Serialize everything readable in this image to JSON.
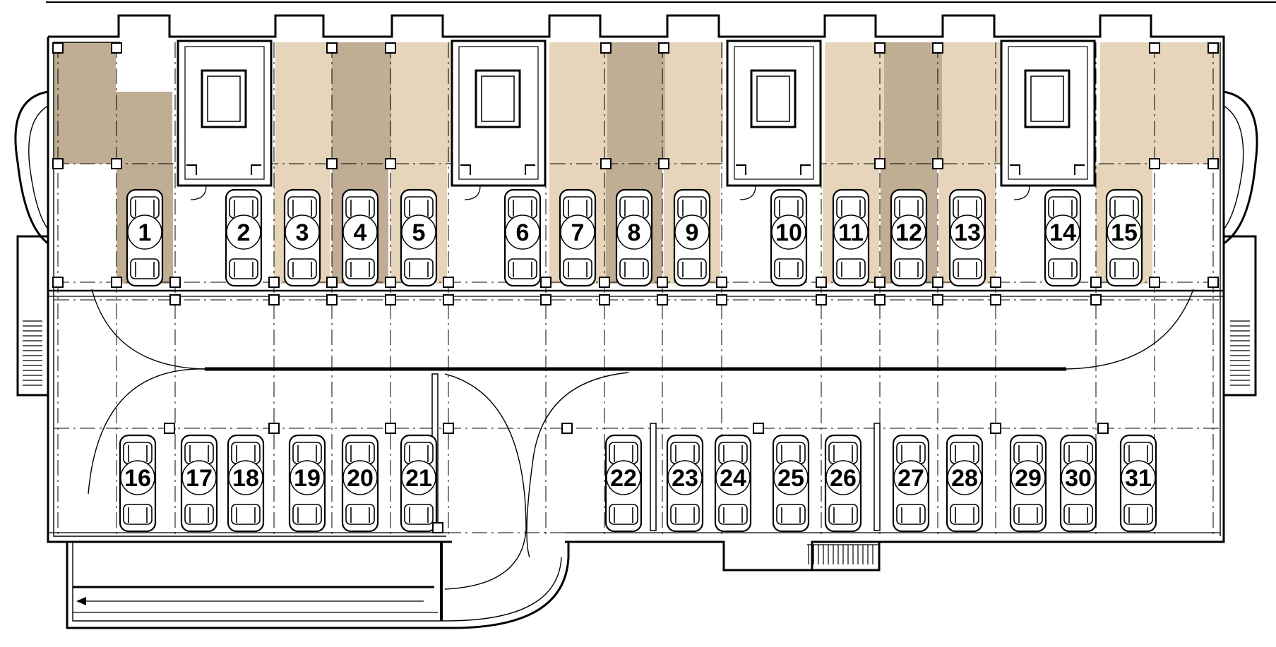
{
  "plan": {
    "colors": {
      "light_fill": "#e6d5ba",
      "dark_fill": "#bfae94",
      "line": "#000000",
      "background": "#ffffff"
    },
    "top_spaces": [
      {
        "label": "1",
        "shade": "dark"
      },
      {
        "label": "2",
        "shade": "none"
      },
      {
        "label": "3",
        "shade": "light"
      },
      {
        "label": "4",
        "shade": "dark"
      },
      {
        "label": "5",
        "shade": "light"
      },
      {
        "label": "6",
        "shade": "none"
      },
      {
        "label": "7",
        "shade": "light"
      },
      {
        "label": "8",
        "shade": "dark"
      },
      {
        "label": "9",
        "shade": "light"
      },
      {
        "label": "10",
        "shade": "none"
      },
      {
        "label": "11",
        "shade": "light"
      },
      {
        "label": "12",
        "shade": "dark"
      },
      {
        "label": "13",
        "shade": "light"
      },
      {
        "label": "14",
        "shade": "none"
      },
      {
        "label": "15",
        "shade": "light"
      }
    ],
    "bottom_spaces": [
      {
        "label": "16"
      },
      {
        "label": "17"
      },
      {
        "label": "18"
      },
      {
        "label": "19"
      },
      {
        "label": "20"
      },
      {
        "label": "21"
      },
      {
        "label": "22"
      },
      {
        "label": "23"
      },
      {
        "label": "24"
      },
      {
        "label": "25"
      },
      {
        "label": "26"
      },
      {
        "label": "27"
      },
      {
        "label": "28"
      },
      {
        "label": "29"
      },
      {
        "label": "30"
      },
      {
        "label": "31"
      }
    ]
  }
}
